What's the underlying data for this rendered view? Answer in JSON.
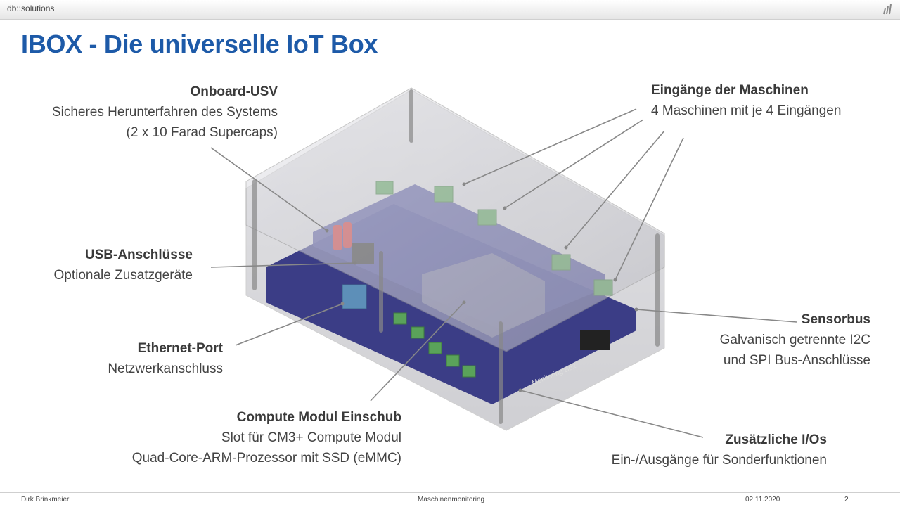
{
  "header": {
    "brand": "db::solutions",
    "logo_icon": "bar-chart-logo-icon"
  },
  "slide": {
    "title": "IBOX - Die universelle IoT Box"
  },
  "callouts": {
    "usv": {
      "heading": "Onboard-USV",
      "line1": "Sicheres Herunterfahren des Systems",
      "line2": "(2 x 10 Farad Supercaps)"
    },
    "usb": {
      "heading": "USB-Anschlüsse",
      "line1": "Optionale Zusatzgeräte"
    },
    "ethernet": {
      "heading": "Ethernet-Port",
      "line1": "Netzwerkanschluss"
    },
    "compute": {
      "heading": "Compute Modul Einschub",
      "line1": "Slot für CM3+ Compute Modul",
      "line2": "Quad-Core-ARM-Prozessor mit SSD (eMMC)"
    },
    "inputs": {
      "heading": "Eingänge der Maschinen",
      "line1": "4 Maschinen mit je 4 Eingängen"
    },
    "sensorbus": {
      "heading": "Sensorbus",
      "line1": "Galvanisch getrennte I2C",
      "line2": "und SPI Bus-Anschlüsse"
    },
    "io": {
      "heading": "Zusätzliche I/Os",
      "line1": "Ein-/Ausgänge für Sonderfunktionen"
    }
  },
  "device": {
    "board_label": "Monitoring Box",
    "enclosure_color": "#c8c8cc",
    "pcb_color": "#3b3d86",
    "terminal_color": "#5aa35a"
  },
  "footer": {
    "author": "Dirk Brinkmeier",
    "topic": "Maschinenmonitoring",
    "date": "02.11.2020",
    "page": "2"
  },
  "colors": {
    "title": "#1d5aa8",
    "text": "#444444"
  }
}
